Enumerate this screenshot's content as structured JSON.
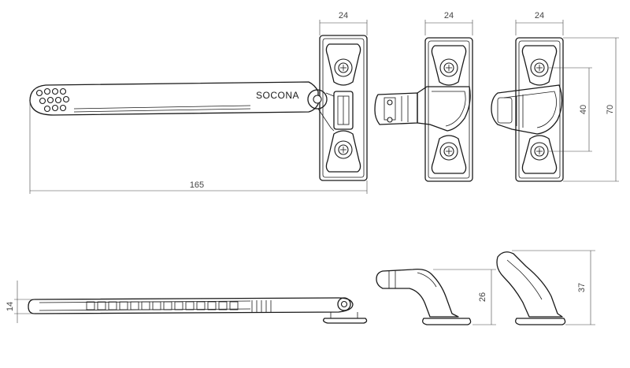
{
  "brand_label": "SOCONA",
  "dimensions": {
    "width_view1": "24",
    "width_view2": "24",
    "width_view3": "24",
    "overall_length": "165",
    "hole_spacing": "40",
    "base_height": "70",
    "handle_thickness": "14",
    "keep_height_low": "26",
    "keep_height_high": "37"
  }
}
